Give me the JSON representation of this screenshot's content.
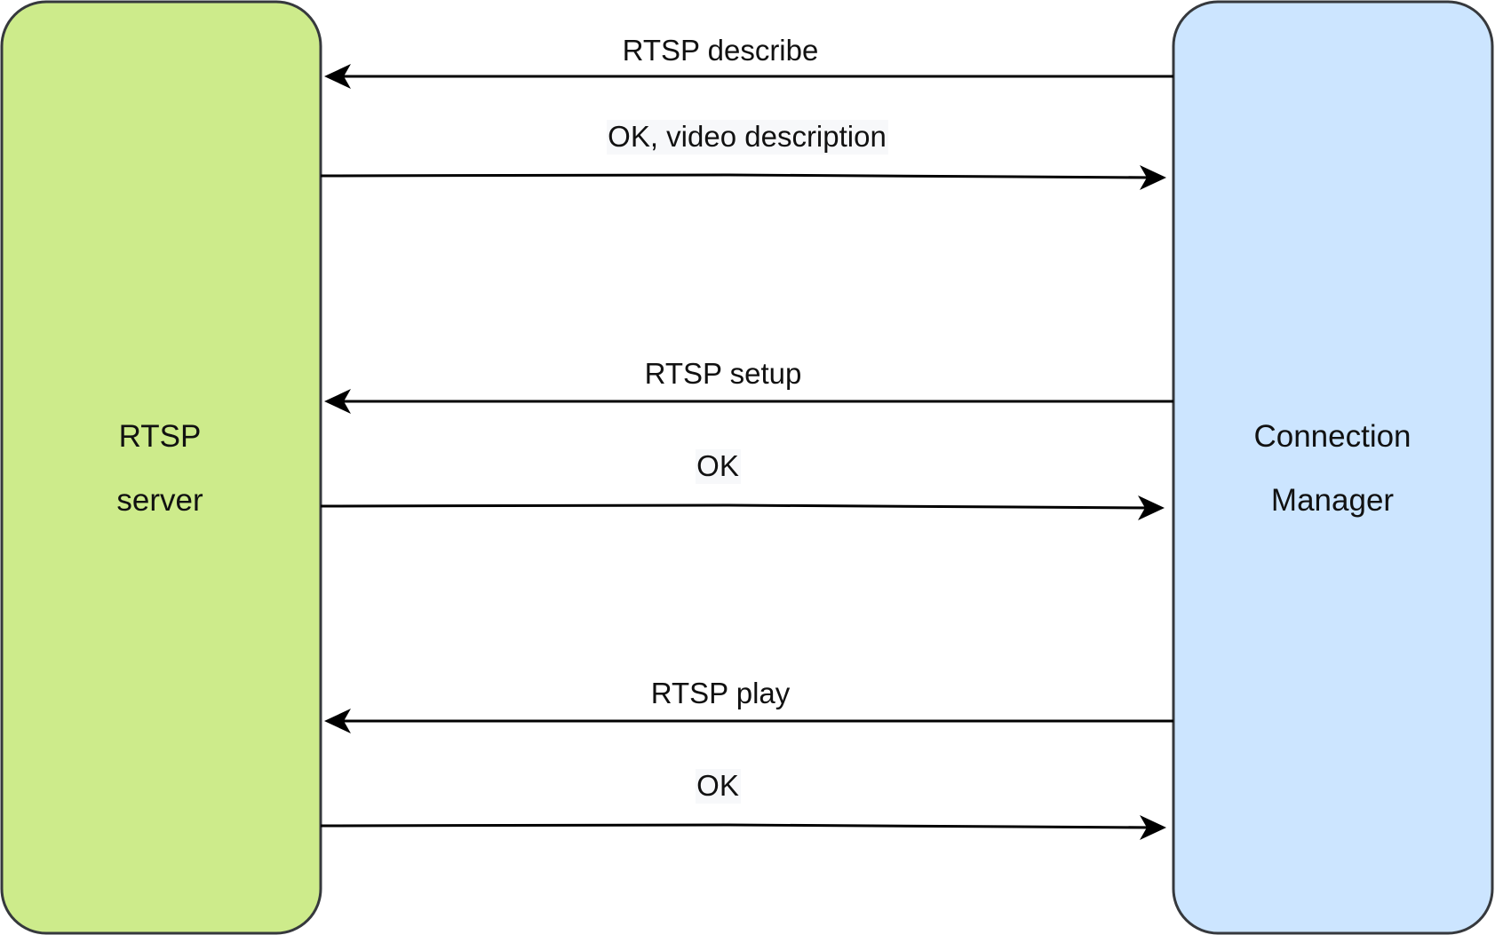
{
  "diagram": {
    "participants": {
      "left": {
        "lines": [
          "RTSP",
          "server"
        ],
        "fill": "#cdeb8b",
        "stroke": "#36393d"
      },
      "right": {
        "lines": [
          "Connection",
          "Manager"
        ],
        "fill": "#cce5ff",
        "stroke": "#36393d"
      }
    },
    "messages": [
      {
        "label": "RTSP describe",
        "direction": "right-to-left",
        "highlighted": false
      },
      {
        "label": "OK, video description",
        "direction": "left-to-right",
        "highlighted": true
      },
      {
        "label": "RTSP setup",
        "direction": "right-to-left",
        "highlighted": false
      },
      {
        "label": "OK",
        "direction": "left-to-right",
        "highlighted": true
      },
      {
        "label": "RTSP play",
        "direction": "right-to-left",
        "highlighted": false
      },
      {
        "label": "OK",
        "direction": "left-to-right",
        "highlighted": true
      }
    ],
    "arrow_color": "#000000",
    "label_highlight_color": "#f7f8fa"
  }
}
